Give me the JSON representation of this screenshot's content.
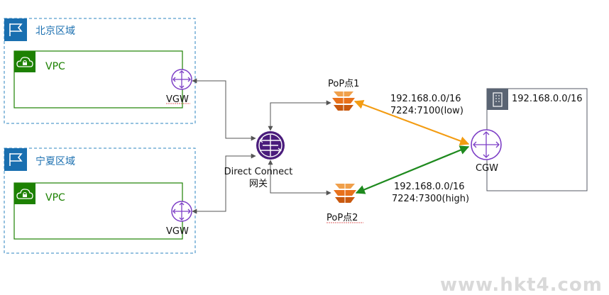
{
  "regions": {
    "beijing": {
      "label": "北京区域"
    },
    "ningxia": {
      "label": "宁夏区域"
    }
  },
  "vpcs": {
    "beijing": {
      "label": "VPC"
    },
    "ningxia": {
      "label": "VPC"
    }
  },
  "gateways": {
    "vgw_beijing": {
      "label": "VGW"
    },
    "vgw_ningxia": {
      "label": "VGW"
    },
    "dx": {
      "label_line1": "Direct Connect",
      "label_line2": "网关"
    },
    "cgw": {
      "label": "CGW"
    }
  },
  "pops": {
    "pop1": {
      "label": "PoP点1"
    },
    "pop2": {
      "label": "PoP点2"
    }
  },
  "routes": {
    "low": {
      "cidr": "192.168.0.0/16",
      "community": "7224:7100(low)",
      "color": "#f39c12"
    },
    "high": {
      "cidr": "192.168.0.0/16",
      "community": "7224:7300(high)",
      "color": "#1e8a1e"
    }
  },
  "datacenter": {
    "cidr": "192.168.0.0/16"
  },
  "colors": {
    "region_border": "#2e86c1",
    "region_icon": "#1a6fb0",
    "vpc_border": "#1d8102",
    "gateway": "#7d3fc6",
    "pop_orange": "#e8711c",
    "connector": "#555555"
  },
  "watermark": "www.hkt4.com"
}
